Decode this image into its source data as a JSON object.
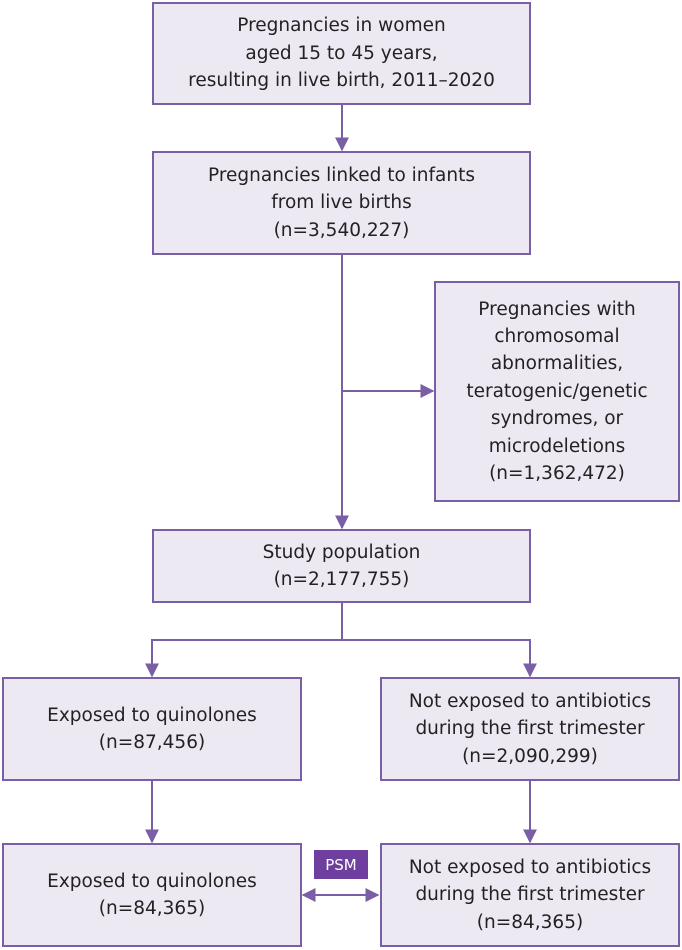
{
  "boxes": {
    "source": [
      "Pregnancies in women",
      "aged 15 to 45 years,",
      "resulting in live birth, 2011–2020"
    ],
    "linked": [
      "Pregnancies linked to infants",
      "from live births",
      "(n=3,540,227)"
    ],
    "excluded": [
      "Pregnancies with",
      "chromosomal",
      "abnormalities,",
      "teratogenic/genetic",
      "syndromes, or",
      "microdeletions",
      "(n=1,362,472)"
    ],
    "study": [
      "Study population",
      "(n=2,177,755)"
    ],
    "exposed": [
      "Exposed to quinolones",
      "(n=87,456)"
    ],
    "unexposed": [
      "Not exposed to antibiotics",
      "during the first trimester",
      "(n=2,090,299)"
    ],
    "exposed_matched": [
      "Exposed to quinolones",
      "(n=84,365)"
    ],
    "unexposed_matched": [
      "Not exposed to antibiotics",
      "during the first trimester",
      "(n=84,365)"
    ]
  },
  "psm_label": "PSM",
  "colors": {
    "border": "#7a5fa6",
    "fill": "#ece9f3",
    "psm": "#6e3f9e"
  }
}
